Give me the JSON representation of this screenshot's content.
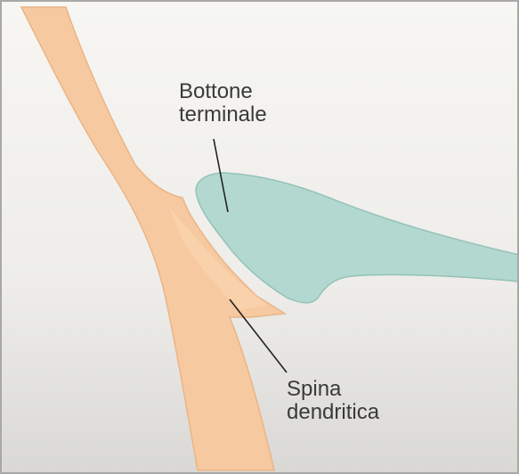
{
  "diagram": {
    "labels": {
      "bottone_line1": "Bottone",
      "bottone_line2": "terminale",
      "spina_line1": "Spina",
      "spina_line2": "dendritica"
    },
    "colors": {
      "background_top": "#f7f6f2",
      "background_bottom": "#d9d8d4",
      "border": "#a8a8a8",
      "dendrite_fill": "#f7c9a0",
      "dendrite_stroke": "#eab587",
      "terminal_fill": "#b3d8d0",
      "terminal_stroke": "#94c2b8",
      "leader_line": "#222222",
      "label_text": "#3a3a3a"
    }
  }
}
